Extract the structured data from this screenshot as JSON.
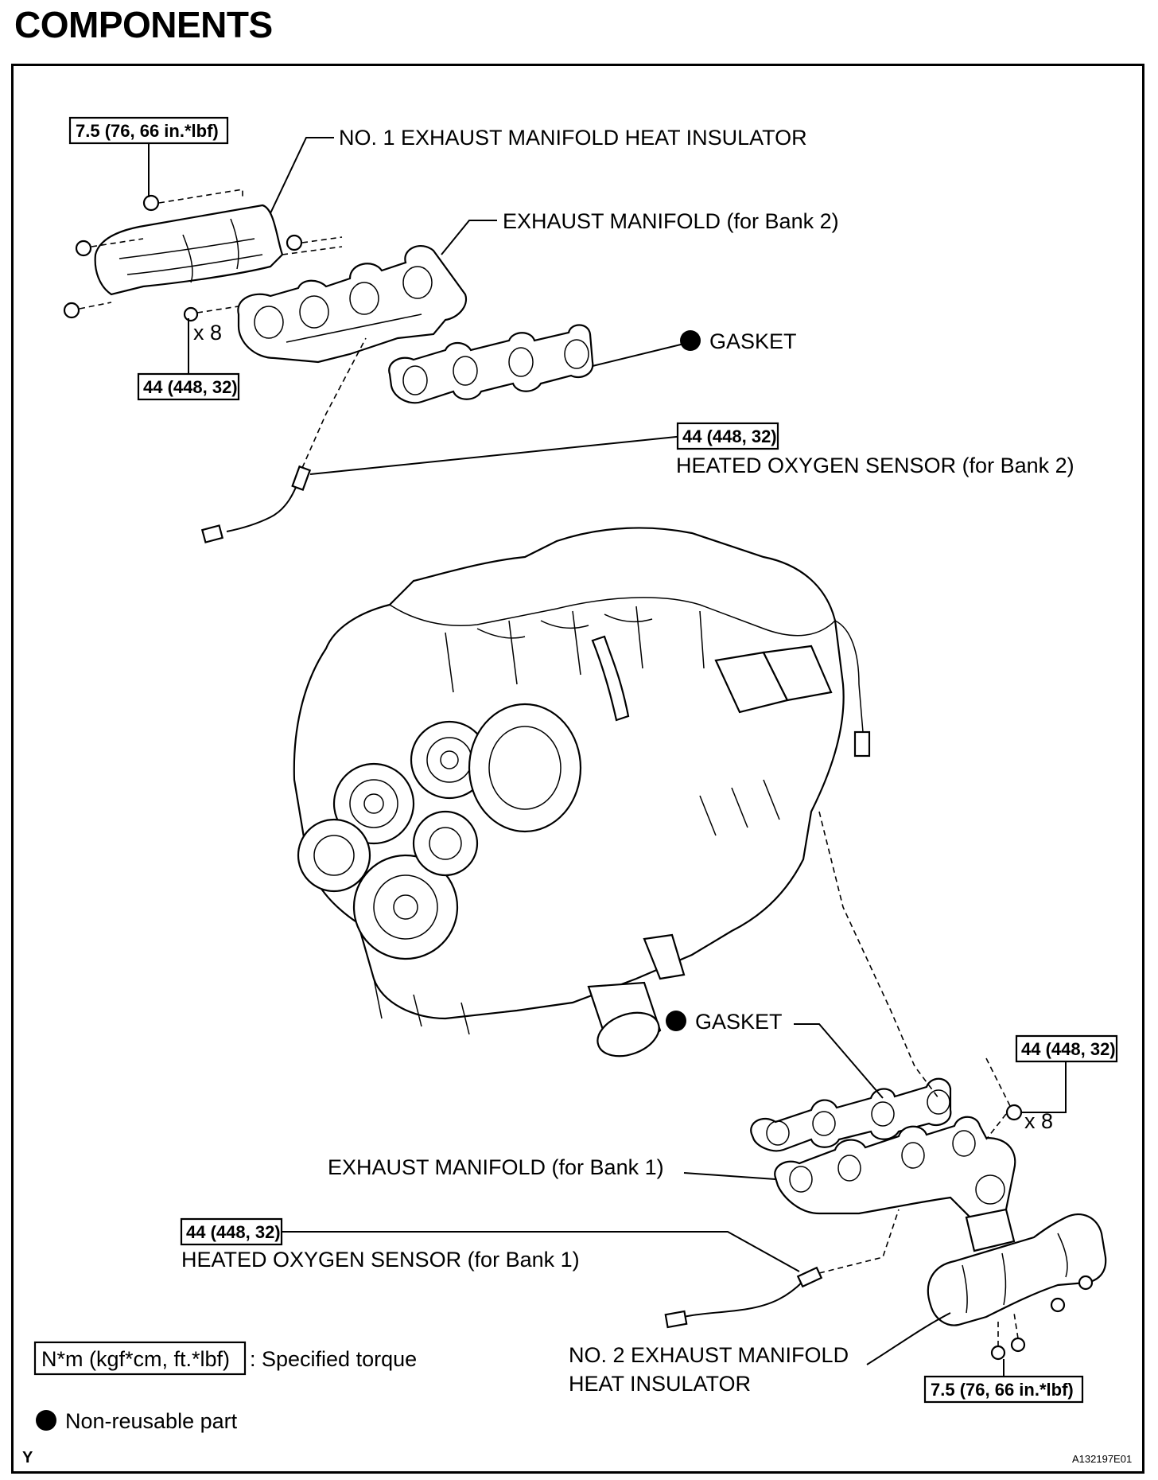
{
  "title": "COMPONENTS",
  "callouts": {
    "insulator_no1": "NO. 1 EXHAUST MANIFOLD HEAT INSULATOR",
    "manifold_bank2": "EXHAUST MANIFOLD (for Bank 2)",
    "gasket_top": "GASKET",
    "sensor_bank2": "HEATED OXYGEN SENSOR (for Bank 2)",
    "gasket_bottom": "GASKET",
    "manifold_bank1": "EXHAUST MANIFOLD (for Bank 1)",
    "sensor_bank1": "HEATED OXYGEN SENSOR (for Bank 1)",
    "insulator_no2_line1": "NO. 2 EXHAUST MANIFOLD",
    "insulator_no2_line2": "HEAT INSULATOR"
  },
  "torques": {
    "insulator_no1_bolts": "7.5 (76, 66 in.*lbf)",
    "manifold_bank2_nuts": "44 (448, 32)",
    "sensor_bank2": "44 (448, 32)",
    "manifold_bank1_nuts": "44 (448, 32)",
    "sensor_bank1": "44 (448, 32)",
    "insulator_no2_bolts": "7.5 (76, 66 in.*lbf)"
  },
  "quantities": {
    "bank2_nuts": "x 8",
    "bank1_nuts": "x 8"
  },
  "legend": {
    "torque_box": "N*m (kgf*cm, ft.*lbf)",
    "torque_text": ": Specified torque",
    "nonreusable_text": "Non-reusable part"
  },
  "footer": {
    "left_code": "Y",
    "figure_id": "A132197E01"
  }
}
